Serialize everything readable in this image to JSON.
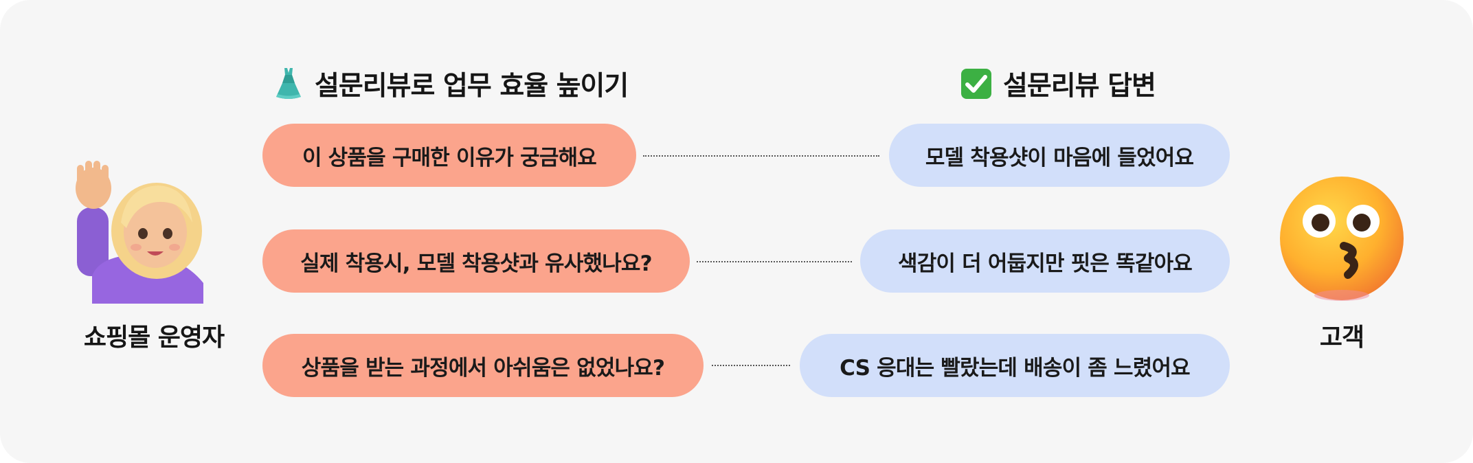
{
  "headings": {
    "left_icon": "dress-icon",
    "left": "설문리뷰로 업무 효율 높이기",
    "right_icon": "check-mark-button-icon",
    "right": "설문리뷰 답변"
  },
  "seller": {
    "label": "쇼핑몰 운영자",
    "icon": "woman-raising-hand-icon"
  },
  "customer": {
    "label": "고객",
    "icon": "kissing-face-icon"
  },
  "rows": [
    {
      "question": "이 상품을 구매한 이유가 궁금해요",
      "answer": "모델 착용샷이 마음에 들었어요"
    },
    {
      "question": "실제 착용시, 모델 착용샷과 유사했나요?",
      "answer": "색감이 더 어둡지만 핏은 똑같아요"
    },
    {
      "question": "상품을 받는 과정에서 아쉬움은 없었나요?",
      "answer": "CS 응대는 빨랐는데 배송이 좀 느렸어요"
    }
  ],
  "colors": {
    "question_bg": "#fba48c",
    "answer_bg": "#d2dffa",
    "card_bg": "#f6f6f6"
  }
}
